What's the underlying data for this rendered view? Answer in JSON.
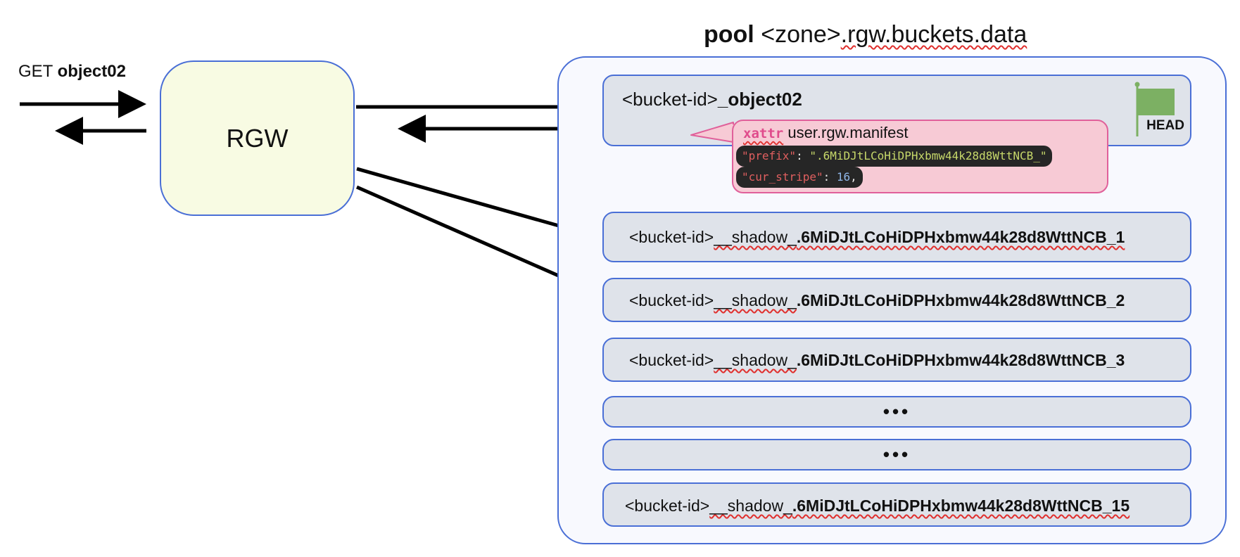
{
  "client": {
    "method": "GET",
    "object": "object02"
  },
  "rgw": {
    "label": "RGW"
  },
  "pool": {
    "title_bold": "pool",
    "title_zone": "<zone>",
    "title_rest": ".rgw.buckets.data"
  },
  "head_object": {
    "prefix": "<bucket-id>",
    "name": "_object02",
    "flag_label": "HEAD",
    "flag_color": "#7cb063"
  },
  "manifest": {
    "xattr_keyword": "xattr",
    "xattr_name": "user.rgw.manifest",
    "prefix_key": "\"prefix\"",
    "prefix_value": "\".6MiDJtLCoHiDPHxbmw44k28d8WttNCB_\"",
    "stripe_key": "\"cur_stripe\"",
    "stripe_value": "16"
  },
  "shadow_rows": [
    {
      "prefix": "<bucket-id>",
      "mid": "__shadow_",
      "suffix": ".6MiDJtLCoHiDPHxbmw44k28d8WttNCB_1"
    },
    {
      "prefix": "<bucket-id>",
      "mid": "__shadow_",
      "suffix": ".6MiDJtLCoHiDPHxbmw44k28d8WttNCB_2"
    },
    {
      "prefix": "<bucket-id>",
      "mid": "__shadow_",
      "suffix": ".6MiDJtLCoHiDPHxbmw44k28d8WttNCB_3"
    },
    {
      "ellipsis": "•••"
    },
    {
      "ellipsis": "•••"
    },
    {
      "prefix": "<bucket-id>",
      "mid": "__shadow_",
      "suffix": ".6MiDJtLCoHiDPHxbmw44k28d8WttNCB_15"
    }
  ],
  "colors": {
    "box_border": "#4a6fd6",
    "rgw_fill": "#f8fbe3",
    "row_fill": "#dfe3ea",
    "callout_fill": "#f7cad5",
    "callout_border": "#e0609a"
  }
}
